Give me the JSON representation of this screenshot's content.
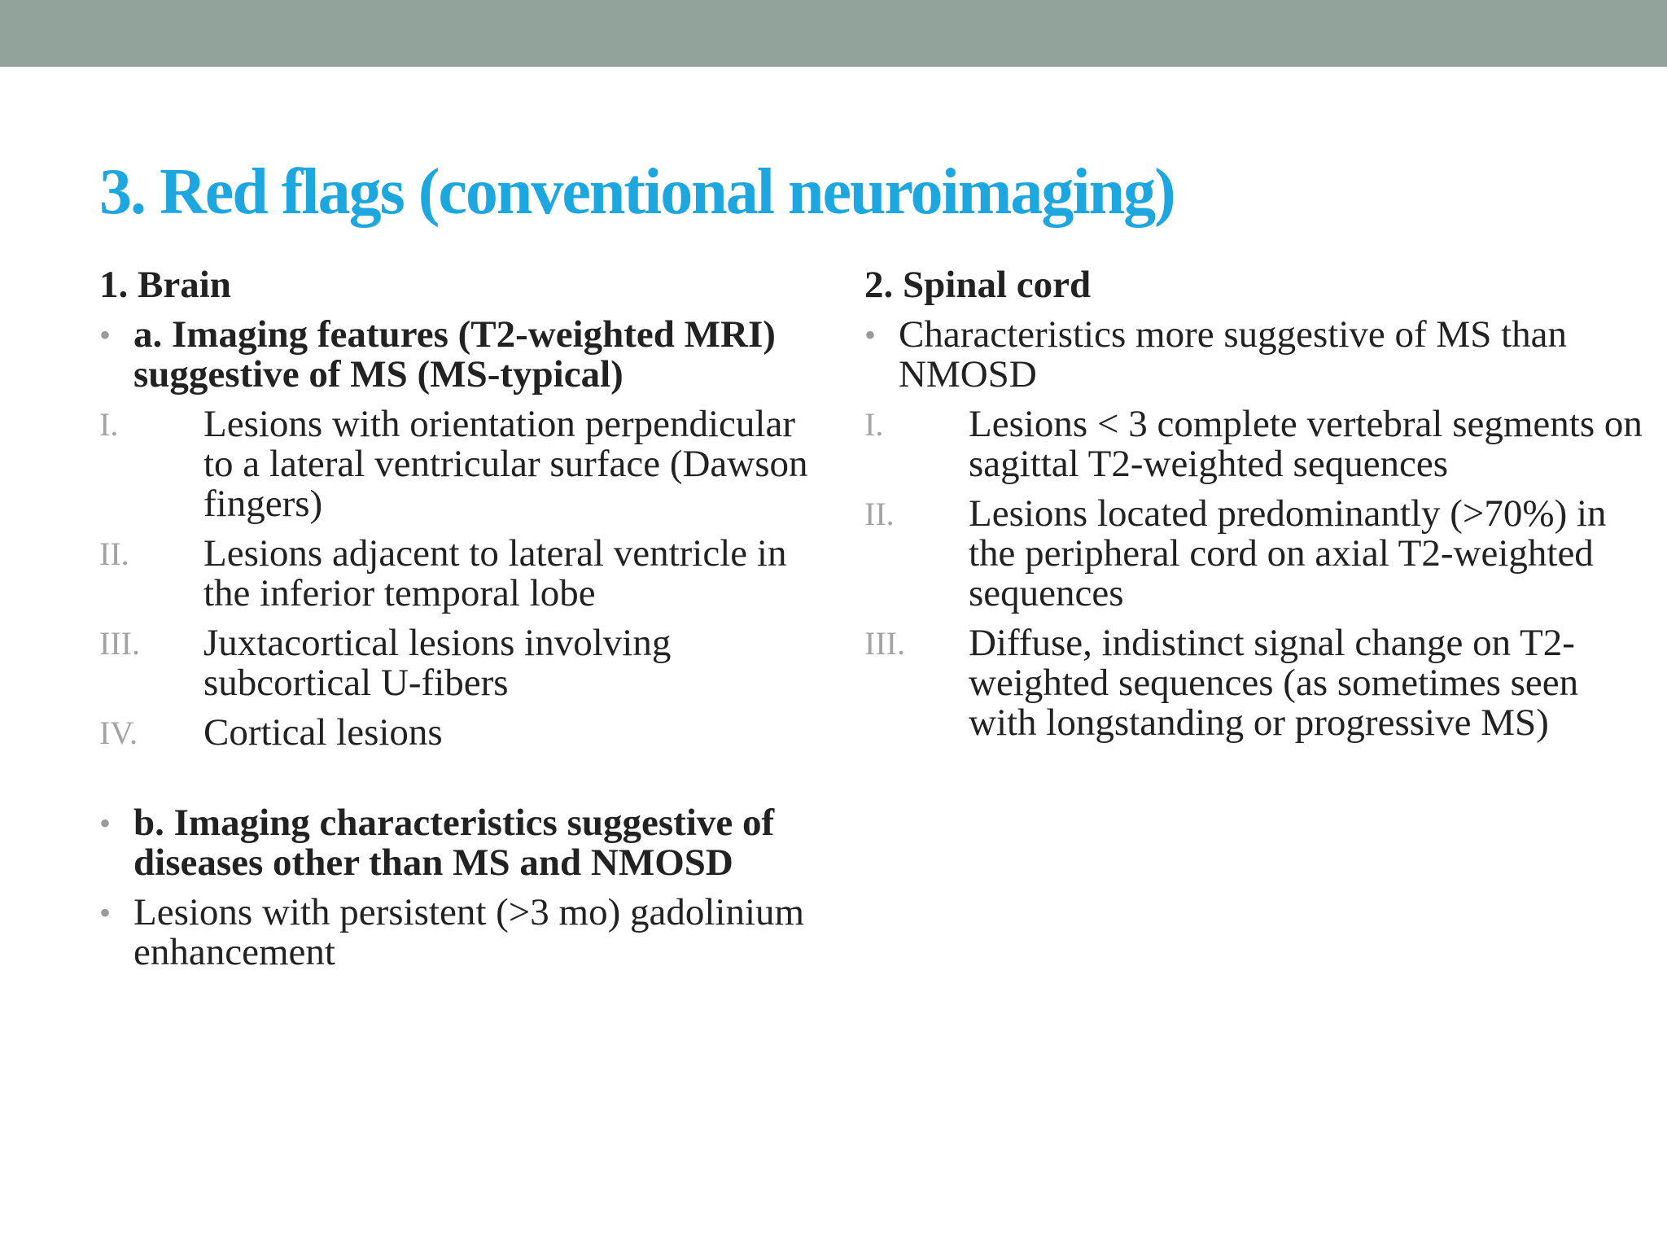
{
  "title": "3. Red flags (conventional neuroimaging)",
  "accent_color": "#1ea6de",
  "band_color": "#91a39a",
  "left": {
    "heading": "1. Brain",
    "bullet_a": "a. Imaging features (T2-weighted MRI) suggestive of MS (MS-typical)",
    "items": [
      {
        "num": "I.",
        "text": "Lesions with orientation perpendicular to a lateral ventricular surface (Dawson fingers)"
      },
      {
        "num": "II.",
        "text": "Lesions adjacent to lateral ventricle in the inferior temporal lobe"
      },
      {
        "num": "III.",
        "text": "Juxtacortical lesions involving subcortical U-fibers"
      },
      {
        "num": "IV.",
        "text": "Cortical lesions"
      }
    ],
    "bullet_b": "b. Imaging characteristics suggestive of diseases other than MS and NMOSD",
    "bullet_c": "Lesions with persistent (>3 mo) gadolinium enhancement"
  },
  "right": {
    "heading": "2. Spinal cord",
    "bullet": "Characteristics more suggestive of MS than NMOSD",
    "items": [
      {
        "num": "I.",
        "text": "Lesions < 3 complete vertebral segments on sagittal T2-weighted sequences"
      },
      {
        "num": "II.",
        "text": "Lesions located predominantly (>70%) in the peripheral cord on axial T2-weighted sequences"
      },
      {
        "num": "III.",
        "text": "Diffuse, indistinct signal change on T2-weighted sequences (as sometimes seen with longstanding or progressive MS)"
      }
    ]
  }
}
